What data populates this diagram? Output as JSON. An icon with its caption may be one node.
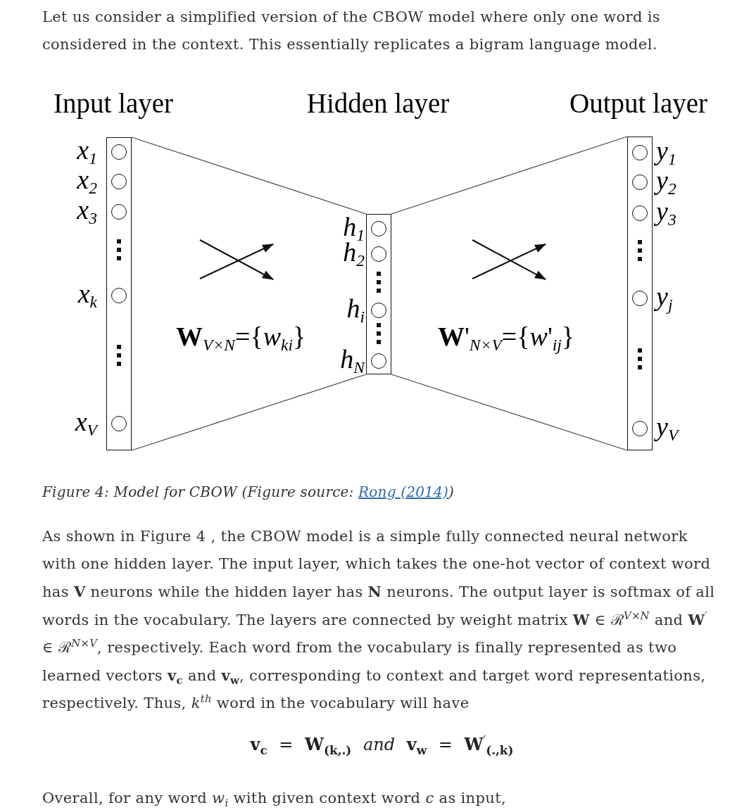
{
  "diagram": {
    "caption": "Figure 4: Model for CBOW (Figure source: Rong (2014))",
    "nodes": [
      {
        "text": [],
        "shape": "bar",
        "beside": [
          "Input layer"
        ]
      },
      {
        "text": [],
        "shape": "circle",
        "in": 0,
        "beside": [
          "x$_{1}$"
        ]
      },
      {
        "text": [],
        "shape": "circle",
        "in": 0,
        "beside": [
          "x$_{2}$"
        ]
      },
      {
        "text": [],
        "shape": "circle",
        "in": 0,
        "beside": [
          "x$_{3}$"
        ]
      },
      {
        "text": [],
        "shape": "circle",
        "in": 0,
        "beside": [
          "x$_{k}$"
        ]
      },
      {
        "text": [],
        "shape": "circle",
        "in": 0,
        "beside": [
          "x$_{V}$"
        ]
      },
      {
        "text": [],
        "shape": "bar",
        "beside": [
          "Hidden layer"
        ]
      },
      {
        "text": [],
        "shape": "circle",
        "in": 6,
        "beside": [
          "h$_{1}$"
        ]
      },
      {
        "text": [],
        "shape": "circle",
        "in": 6,
        "beside": [
          "h$_{2}$"
        ]
      },
      {
        "text": [],
        "shape": "circle",
        "in": 6,
        "beside": [
          "h$_{i}$"
        ]
      },
      {
        "text": [],
        "shape": "circle",
        "in": 6,
        "beside": [
          "h$_{N}$"
        ]
      },
      {
        "text": [],
        "shape": "bar",
        "beside": [
          "Output layer"
        ]
      },
      {
        "text": [],
        "shape": "circle",
        "in": 11,
        "beside": [
          "y$_{1}$"
        ]
      },
      {
        "text": [],
        "shape": "circle",
        "in": 11,
        "beside": [
          "y$_{2}$"
        ]
      },
      {
        "text": [],
        "shape": "circle",
        "in": 11,
        "beside": [
          "y$_{3}$"
        ]
      },
      {
        "text": [],
        "shape": "circle",
        "in": 11,
        "beside": [
          "y$_{j}$"
        ]
      },
      {
        "text": [],
        "shape": "circle",
        "in": 11,
        "beside": [
          "y$_{V}$"
        ]
      }
    ],
    "edges": [
      {
        "from": 0,
        "to": 6,
        "arrow": "none"
      },
      {
        "from": 0,
        "to": 6,
        "arrow": "none"
      },
      {
        "from": 6,
        "to": 11,
        "arrow": "none"
      },
      {
        "from": 6,
        "to": 11,
        "arrow": "none"
      }
    ],
    "labels": [
      "Let us consider a simplified version of the CBOW model where only one word is considered in the context. This essentially replicates a bigram language model.",
      "**W**$_{V×N}$={*w*$_{ki}$}",
      "**W**'$_{N×V}$={*w*'$_{ij}$}",
      "As shown in Figure 4 , the CBOW model is a simple fully connected neural network with one hidden layer. The input layer, which takes the one-hot vector of context word has **V** neurons while the hidden layer has **N** neurons. The output layer is softmax of all words in the vocabulary. The layers are connected by weight matrix **W** ∈ ℛ$^{V×N}$ and **W**$^{′}$ ∈ ℛ$^{N×V}$, respectively. Each word from the vocabulary is finally represented as two learned vectors **v**$_{c}$ and **v**$_{w}$, corresponding to context and target word representations, respectively. Thus, *k*$^{th}$ word in the vocabulary will have",
      "**v**$_{c}$ = **W**$_{(k,.)}$ *and* **v**$_{w}$ = **W**$^{′}$$_{(.,k)}$",
      "Overall, for any word *w*$_{i}$ with given context word *c* as input,"
    ]
  }
}
